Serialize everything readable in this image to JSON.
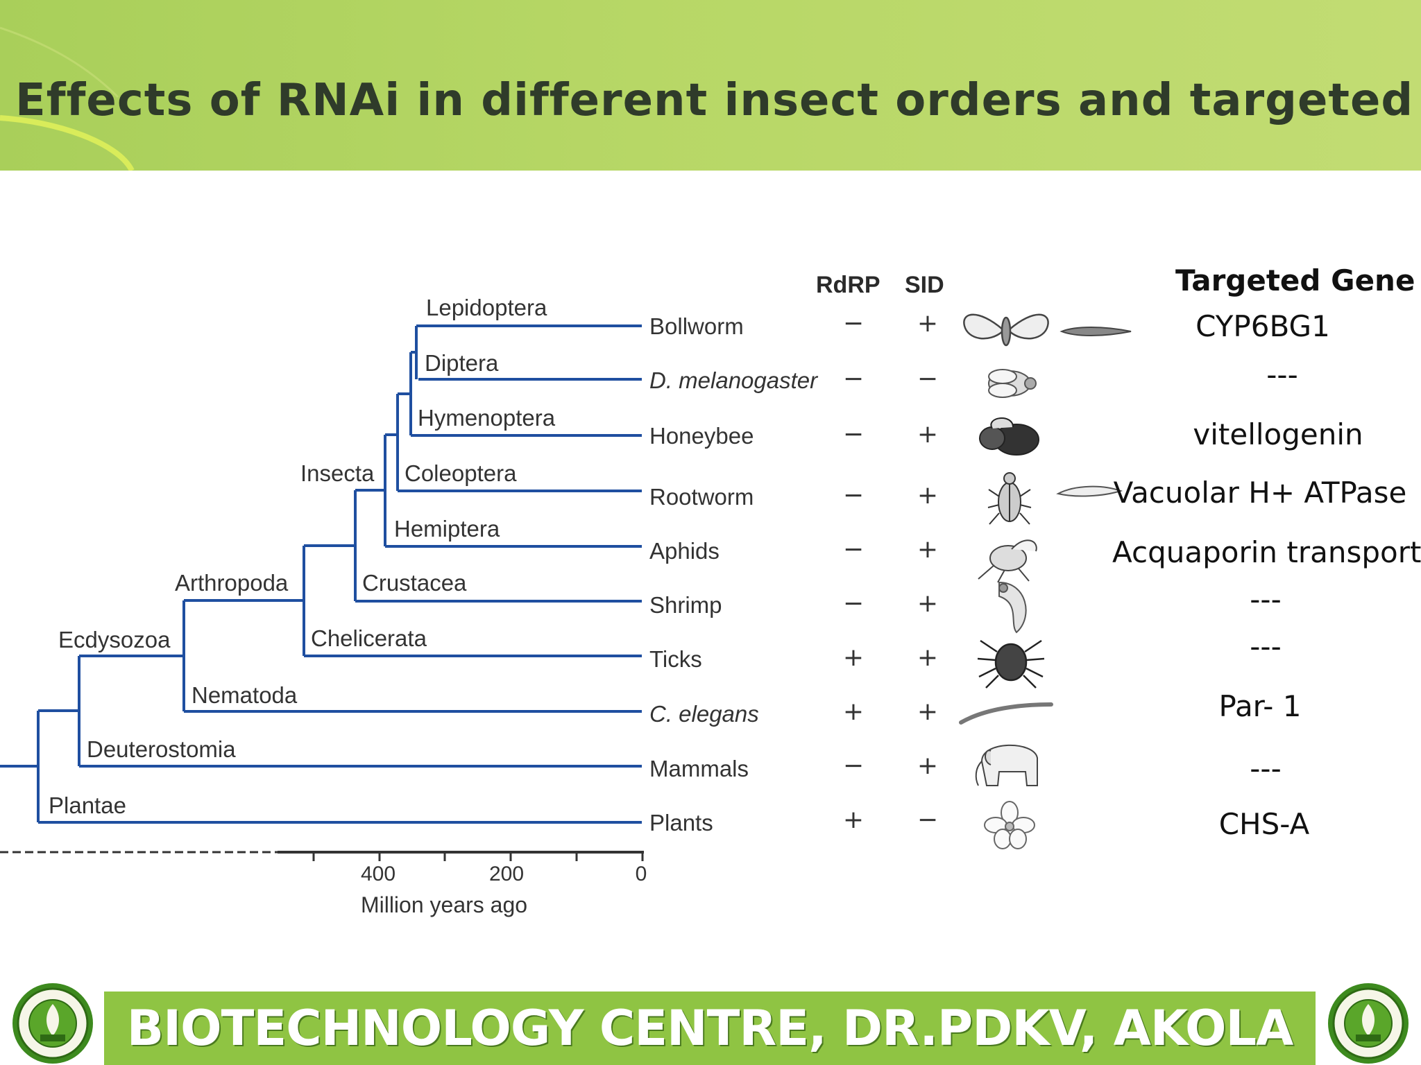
{
  "header": {
    "title": "Effects of RNAi in different insect orders and targeted gene"
  },
  "columns": {
    "rdrp": "RdRP",
    "sid": "SID",
    "targeted_gene": "Targeted Gene"
  },
  "clades": {
    "lepidoptera": "Lepidoptera",
    "diptera": "Diptera",
    "hymenoptera": "Hymenoptera",
    "coleoptera": "Coleoptera",
    "hemiptera": "Hemiptera",
    "insecta": "Insecta",
    "crustacea": "Crustacea",
    "arthropoda": "Arthropoda",
    "chelicerata": "Chelicerata",
    "ecdysozoa": "Ecdysozoa",
    "nematoda": "Nematoda",
    "deuterostomia": "Deuterostomia",
    "plantae": "Plantae"
  },
  "rows": [
    {
      "organism": "Bollworm",
      "rdrp": "−",
      "sid": "+",
      "gene": "CYP6BG1",
      "icon": "moth-icon"
    },
    {
      "organism": "D. melanogaster",
      "rdrp": "−",
      "sid": "−",
      "gene": "---",
      "icon": "fruit-fly-icon"
    },
    {
      "organism": "Honeybee",
      "rdrp": "−",
      "sid": "+",
      "gene": "vitellogenin",
      "icon": "bee-icon"
    },
    {
      "organism": "Rootworm",
      "rdrp": "−",
      "sid": "+",
      "gene": "Vacuolar H+ ATPase",
      "icon": "beetle-icon"
    },
    {
      "organism": "Aphids",
      "rdrp": "−",
      "sid": "+",
      "gene": "Acquaporin transport",
      "icon": "aphid-icon"
    },
    {
      "organism": "Shrimp",
      "rdrp": "−",
      "sid": "+",
      "gene": "---",
      "icon": "shrimp-icon"
    },
    {
      "organism": "Ticks",
      "rdrp": "+",
      "sid": "+",
      "gene": "---",
      "icon": "tick-icon"
    },
    {
      "organism": "C. elegans",
      "rdrp": "+",
      "sid": "+",
      "gene": "Par- 1",
      "icon": "worm-icon"
    },
    {
      "organism": "Mammals",
      "rdrp": "−",
      "sid": "+",
      "gene": "---",
      "icon": "elephant-icon"
    },
    {
      "organism": "Plants",
      "rdrp": "+",
      "sid": "−",
      "gene": "CHS-A",
      "icon": "flower-icon"
    }
  ],
  "axis": {
    "ticks": [
      "400",
      "200",
      "0"
    ],
    "label": "Million years ago"
  },
  "footer": {
    "text": "BIOTECHNOLOGY CENTRE, DR.PDKV, AKOLA"
  },
  "colors": {
    "header_green": "#b7d766",
    "footer_green": "#8fc443",
    "tree_blue": "#1f4fa0"
  }
}
